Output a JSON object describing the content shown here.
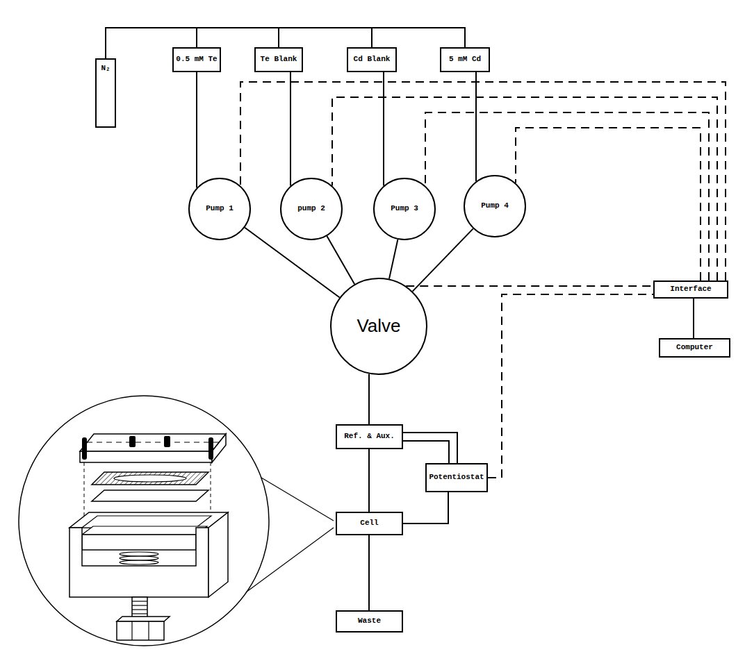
{
  "diagram": {
    "nodes": [
      {
        "text": [
          "N₂"
        ]
      },
      {
        "text": [
          "0.5 mM Te"
        ]
      },
      {
        "text": [
          "Te Blank"
        ]
      },
      {
        "text": [
          "Cd Blank"
        ]
      },
      {
        "text": [
          "5 mM Cd"
        ]
      },
      {
        "text": [
          "Pump 1"
        ]
      },
      {
        "text": [
          "pump 2"
        ]
      },
      {
        "text": [
          "Pump 3"
        ]
      },
      {
        "text": [
          "Pump 4"
        ]
      },
      {
        "text": [
          "Valve"
        ]
      },
      {
        "text": [
          "Interface"
        ]
      },
      {
        "text": [
          "Computer"
        ]
      },
      {
        "text": [
          "Ref. & Aux."
        ]
      },
      {
        "text": [
          "Potentiostat"
        ]
      },
      {
        "text": [
          "Cell"
        ]
      },
      {
        "text": [
          "Waste"
        ]
      }
    ],
    "edges": [
      {
        "from": 0,
        "to": 1,
        "arrow": "none"
      },
      {
        "from": 0,
        "to": 2,
        "arrow": "none"
      },
      {
        "from": 0,
        "to": 3,
        "arrow": "none"
      },
      {
        "from": 0,
        "to": 4,
        "arrow": "none"
      },
      {
        "from": 1,
        "to": 5,
        "arrow": "none"
      },
      {
        "from": 2,
        "to": 6,
        "arrow": "none"
      },
      {
        "from": 3,
        "to": 7,
        "arrow": "none"
      },
      {
        "from": 4,
        "to": 8,
        "arrow": "none"
      },
      {
        "from": 5,
        "to": 9,
        "arrow": "none"
      },
      {
        "from": 6,
        "to": 9,
        "arrow": "none"
      },
      {
        "from": 7,
        "to": 9,
        "arrow": "none"
      },
      {
        "from": 8,
        "to": 9,
        "arrow": "none"
      },
      {
        "from": 9,
        "to": 12,
        "arrow": "none"
      },
      {
        "from": 12,
        "to": 14,
        "arrow": "none"
      },
      {
        "from": 14,
        "to": 15,
        "arrow": "none"
      },
      {
        "from": 12,
        "to": 13,
        "arrow": "none"
      },
      {
        "from": 14,
        "to": 13,
        "arrow": "none"
      },
      {
        "from": 10,
        "to": 5,
        "arrow": "none"
      },
      {
        "from": 10,
        "to": 6,
        "arrow": "none"
      },
      {
        "from": 10,
        "to": 7,
        "arrow": "none"
      },
      {
        "from": 10,
        "to": 8,
        "arrow": "none"
      },
      {
        "from": 9,
        "to": 10,
        "arrow": "none"
      },
      {
        "from": 13,
        "to": 10,
        "arrow": "none"
      },
      {
        "from": 10,
        "to": 11,
        "arrow": "none"
      }
    ]
  }
}
